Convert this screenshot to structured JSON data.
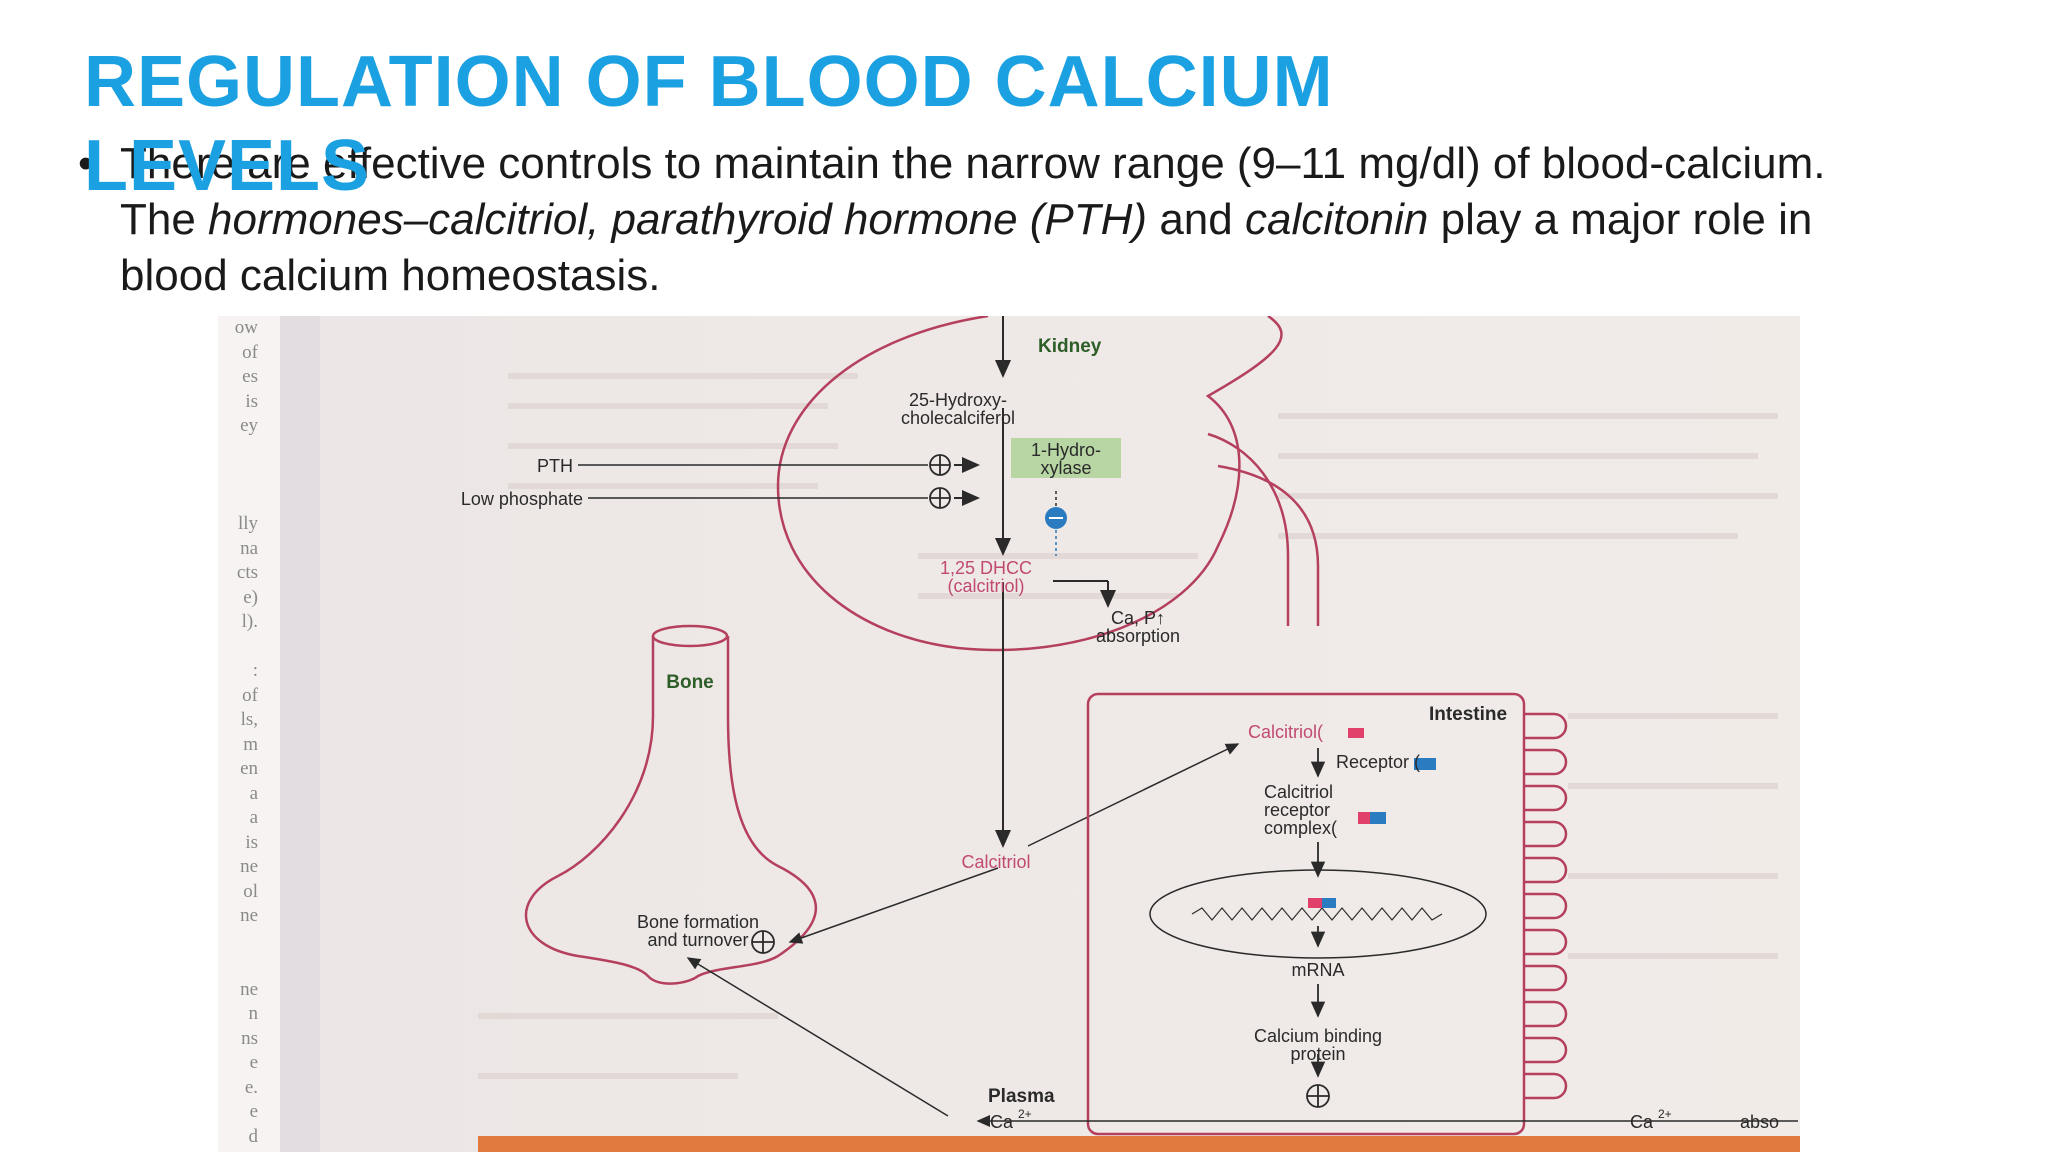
{
  "slide": {
    "title": "REGULATION OF BLOOD CALCIUM LEVELS",
    "bullet_symbol": "•",
    "bullet": {
      "part1": "There are effective controls to maintain the narrow range (9–11 mg/dl) of blood-calcium. The ",
      "italic1": "hormones–calcitriol, parathyroid hormone (PTH)",
      "part2": " and ",
      "italic2": "calcitonin",
      "part3": " play a major role in blood calcium homeostasis."
    }
  },
  "figure": {
    "kidney": {
      "label": "Kidney",
      "hydroxy_line1": "25-Hydroxy-",
      "hydroxy_line2": "cholecalciferol",
      "enzyme_line1": "1-Hydro-",
      "enzyme_line2": "xylase",
      "pth": "PTH",
      "low_phosphate": "Low phosphate",
      "dhcc_line1": "1,25 DHCC",
      "dhcc_line2": "(calcitriol)",
      "absorption_line1": "Ca, P↑",
      "absorption_line2": "absorption"
    },
    "bone": {
      "label": "Bone",
      "formation_line1": "Bone formation",
      "formation_line2": "and turnover"
    },
    "calcitriol_mid": "Calcitriol",
    "intestine": {
      "label": "Intestine",
      "calcitriol": "Calcitriol(",
      "receptor": "Receptor (",
      "complex_line1": "Calcitriol",
      "complex_line2": "receptor",
      "complex_line3": "complex(",
      "mrna": "mRNA",
      "protein_line1": "Calcium binding",
      "protein_line2": "protein"
    },
    "plasma": "Plasma",
    "ca_left": "Ca",
    "ca_right": "Ca",
    "ca_superscript": "2+",
    "ca_right_suffix": "abso",
    "margin_fragments": [
      "ow",
      "of",
      "es",
      "is",
      "ey",
      "",
      "",
      "",
      "lly",
      "na",
      "cts",
      "e)",
      "l).",
      "",
      ":",
      "of",
      "ls,",
      "m",
      "en",
      "a",
      "a",
      "is",
      "ne",
      "ol",
      "ne",
      "",
      "",
      "ne",
      "n",
      "ns",
      "e",
      "e.",
      "e",
      "d"
    ],
    "colors": {
      "membrane": "#b5405e",
      "green_label": "#2e5e28",
      "pink_text": "#c14a70",
      "enzyme_box": "#b7d6a3",
      "blue_marker": "#2a7bc0",
      "ink": "#2a2a2a"
    }
  }
}
